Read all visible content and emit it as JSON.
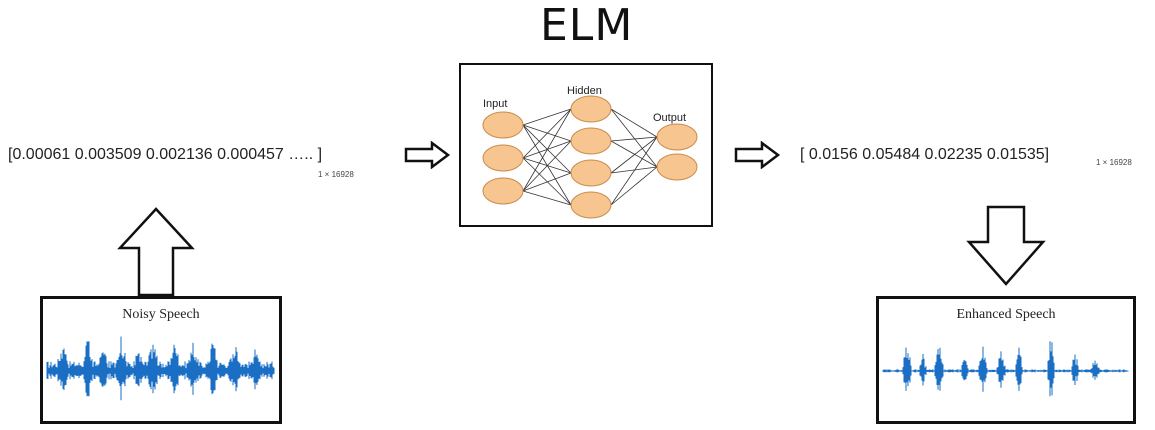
{
  "title": "ELM",
  "network": {
    "layer_labels": {
      "input": "Input",
      "hidden": "Hidden",
      "output": "Output"
    },
    "input_nodes": 3,
    "hidden_nodes": 4,
    "output_nodes": 2,
    "node_color": "#f7c58f",
    "node_stroke": "#c98b4a"
  },
  "input_vector": {
    "text": "[0.00061  0.003509  0.002136  0.000457 ….. ]",
    "dim": "1 × 16928"
  },
  "output_vector": {
    "text": "[ 0.0156  0.05484  0.02235 0.01535]",
    "dim": "1 × 16928",
    "bracket_color": "#c8a020"
  },
  "noisy": {
    "label": "Noisy Speech"
  },
  "enhanced": {
    "label": "Enhanced Speech"
  },
  "colors": {
    "wave": "#1a6fc4",
    "border": "#111111"
  }
}
